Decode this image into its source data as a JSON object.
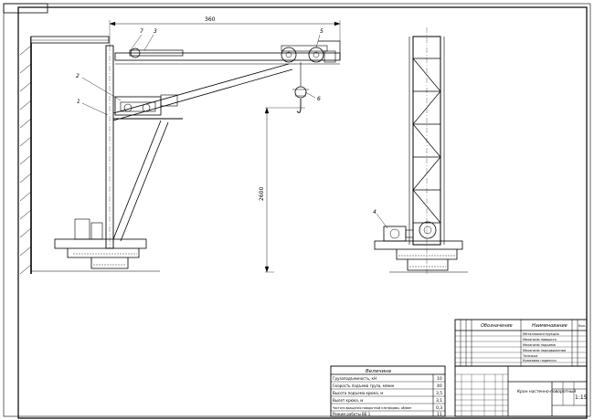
{
  "dimensions": {
    "reach": "360",
    "height": "2600"
  },
  "callouts": [
    "1",
    "2",
    "3",
    "4",
    "5",
    "6",
    "7"
  ],
  "spec_table": {
    "title": "Величина",
    "rows": [
      {
        "label": "Грузоподъемность, кН",
        "value": "10"
      },
      {
        "label": "Скорость подъема груза, м/мин",
        "value": "40"
      },
      {
        "label": "Высота подъема крюка, м",
        "value": "3,5"
      },
      {
        "label": "Вылет крюка, м",
        "value": "3,1"
      },
      {
        "label": "Частота вращения поворотной платформы, об/мин",
        "value": "0,3"
      },
      {
        "label": "Режим работы ВБ 1",
        "value": "11"
      }
    ]
  },
  "parts_table": {
    "headers": [
      "Обозначение",
      "Наименование",
      "Кол."
    ],
    "rows": [
      "Металлоконструкция",
      "Механизм поворота",
      "Механизм подъема",
      "Механизм передвижения",
      "Тележка",
      "Крюковая подвеска"
    ]
  },
  "title_block": {
    "name": "Кран настенно-поворотный",
    "scale": "1:15"
  }
}
